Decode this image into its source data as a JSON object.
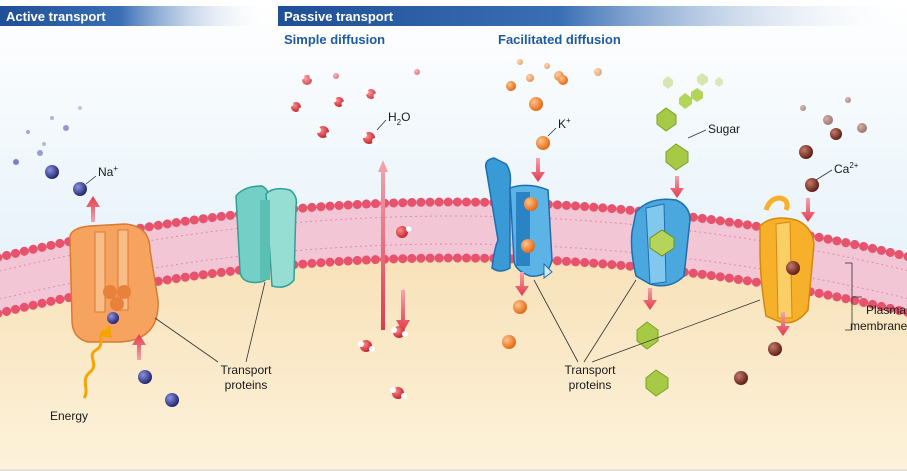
{
  "headers": {
    "active": "Active transport",
    "passive": "Passive transport",
    "simple": "Simple diffusion",
    "facilitated": "Facilitated diffusion"
  },
  "labels": {
    "na": "Na",
    "na_sup": "+",
    "water_h": "H",
    "water_sub": "2",
    "water_o": "O",
    "k": "K",
    "k_sup": "+",
    "sugar": "Sugar",
    "ca": "Ca",
    "ca_sup": "2+",
    "energy": "Energy",
    "transport_left_1": "Transport",
    "transport_left_2": "proteins",
    "transport_right_1": "Transport",
    "transport_right_2": "proteins",
    "plasma_1": "Plasma",
    "plasma_2": "membrane"
  },
  "colors": {
    "header_blue": "#1f5aa6",
    "sodium": "#2b2f7a",
    "water_red": "#d9303c",
    "potassium": "#f07a1a",
    "sugar": "#9cc03a",
    "calcium": "#7a2a20",
    "membrane_pink": "#e9a0c0",
    "head_red": "#e8506a",
    "protein_orange": "#f7a360",
    "protein_teal": "#6cc8c0",
    "protein_blue": "#3a9ad6",
    "protein_gold": "#f6b02a",
    "cytoplasm": "#f9e6b8",
    "extracellular": "#dcecf8"
  }
}
